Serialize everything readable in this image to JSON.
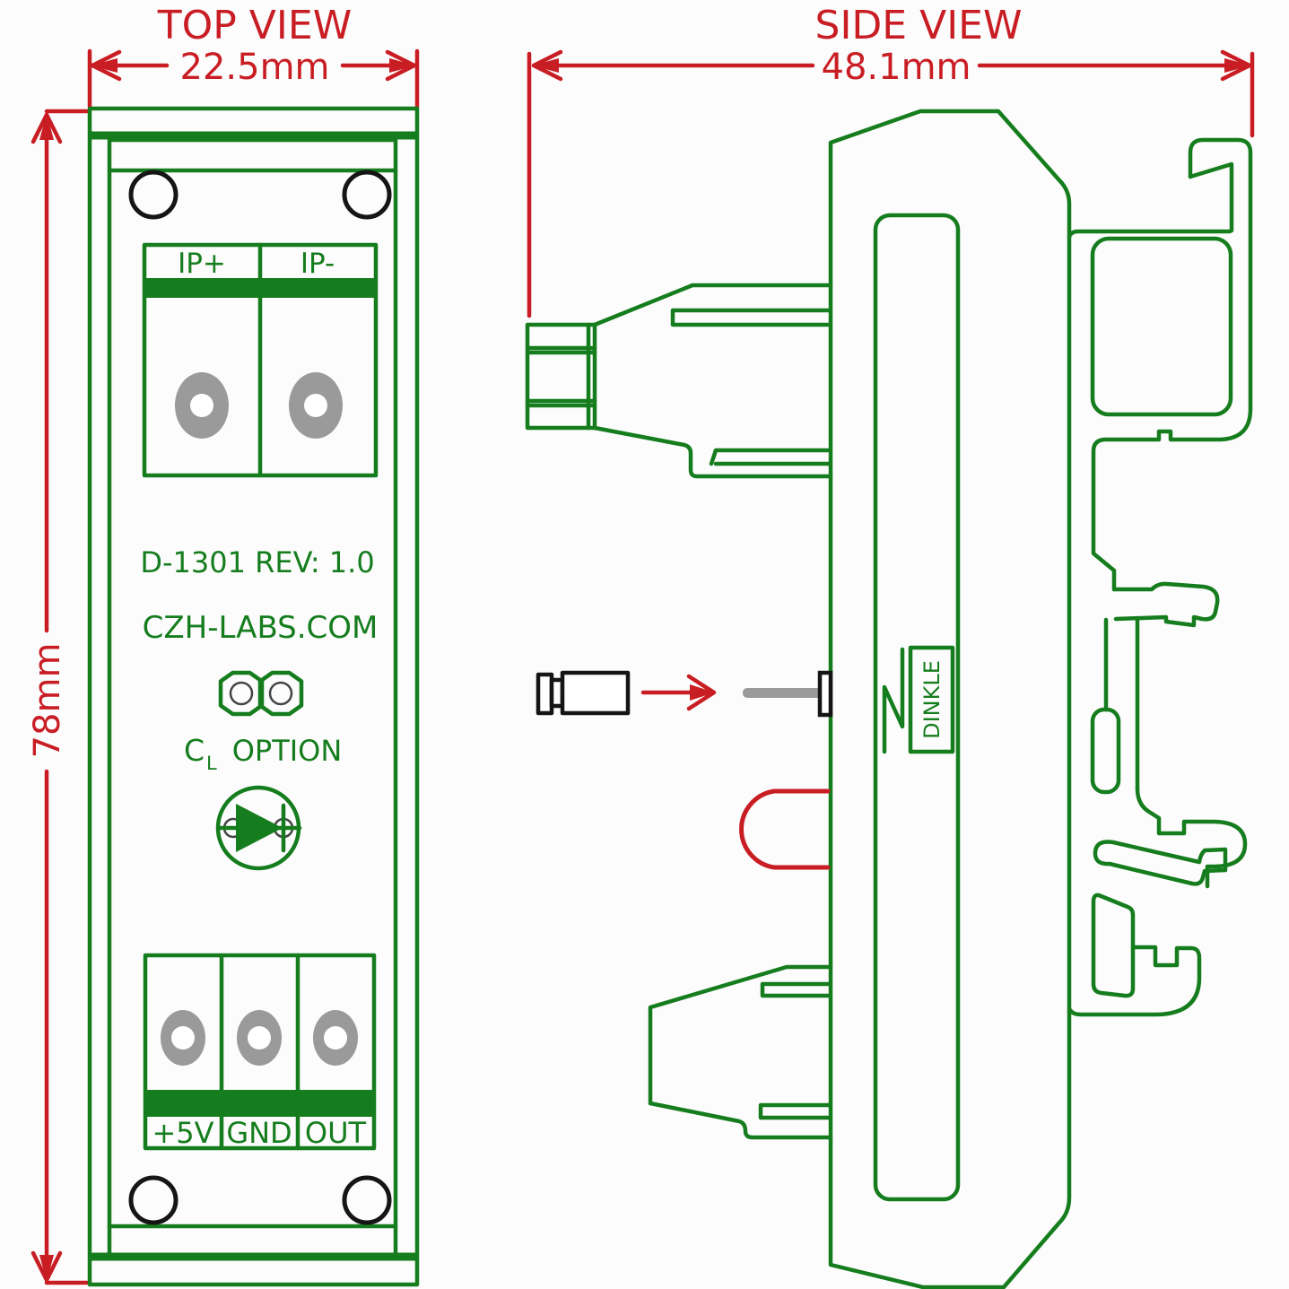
{
  "colors": {
    "green": "#157d1d",
    "red": "#c91d24",
    "gray": "#9a9a9a",
    "black": "#151515"
  },
  "top_view": {
    "title": "TOP VIEW",
    "width_dimension": "22.5mm",
    "height_dimension": "78mm",
    "input_terminal": {
      "labels": [
        "IP+",
        "IP-"
      ]
    },
    "board_line1": "D-1301 REV: 1.0",
    "board_line2": "CZH-LABS.COM",
    "cl_option": {
      "c": "C",
      "sub": "L",
      "rest": "OPTION"
    },
    "output_terminal": {
      "labels": [
        "+5V",
        "GND",
        "OUT"
      ]
    }
  },
  "side_view": {
    "title": "SIDE VIEW",
    "width_dimension": "48.1mm",
    "brand": "DINKLE"
  }
}
